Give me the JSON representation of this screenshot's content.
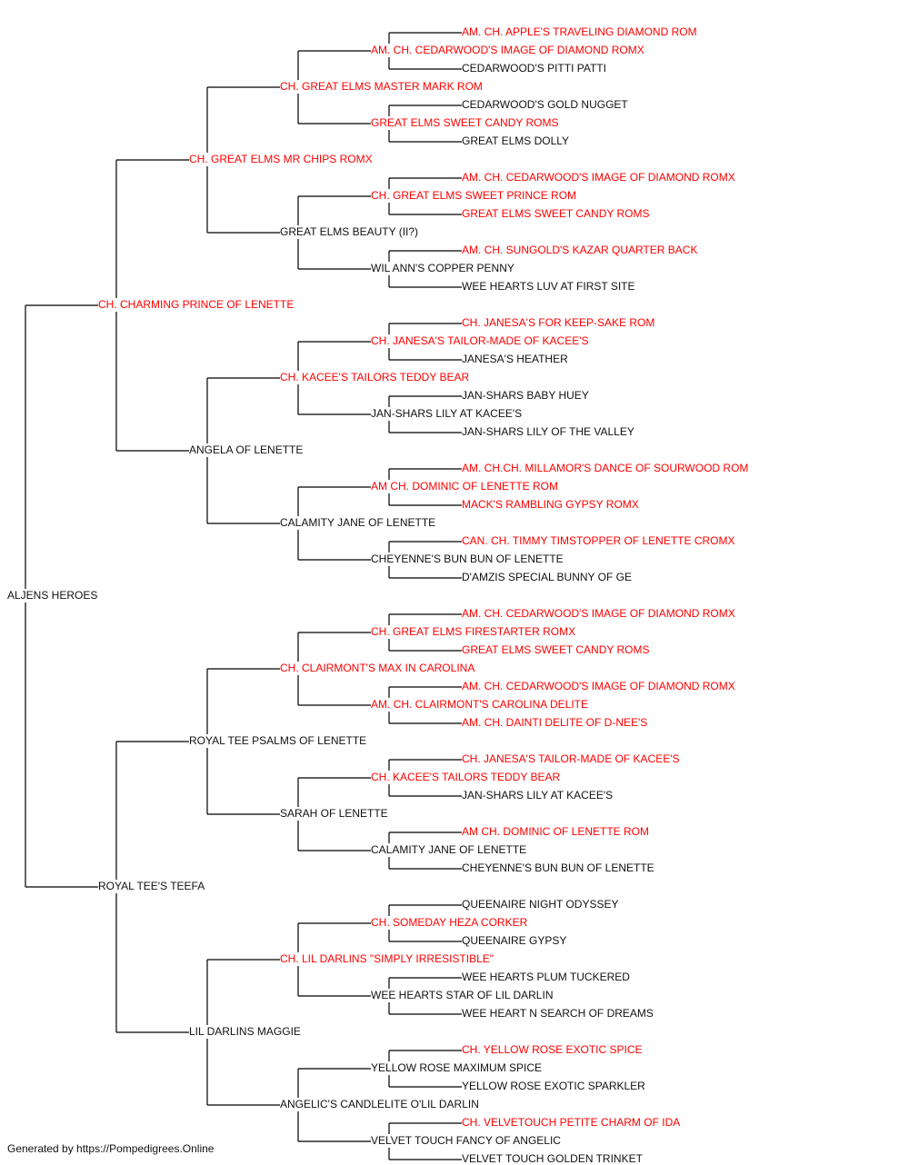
{
  "colors": {
    "line": "#000000",
    "text": "#111111",
    "champion": "#ff0000"
  },
  "footer": "Generated by https://Pompedigrees.Online",
  "pedigree": {
    "name": "ALJENS HEROES",
    "champion": false,
    "sire": {
      "name": "CH. CHARMING PRINCE OF LENETTE",
      "champion": true,
      "sire": {
        "name": "CH. GREAT ELMS MR CHIPS ROMX",
        "champion": true,
        "sire": {
          "name": "CH. GREAT ELMS MASTER MARK ROM",
          "champion": true,
          "sire": {
            "name": "AM. CH. CEDARWOOD'S IMAGE OF DIAMOND ROMX",
            "champion": true,
            "sire": {
              "name": "AM. CH. APPLE'S TRAVELING DIAMOND ROM",
              "champion": true
            },
            "dam": {
              "name": "CEDARWOOD'S PITTI PATTI",
              "champion": false
            }
          },
          "dam": {
            "name": "GREAT ELMS SWEET CANDY ROMS",
            "champion": true,
            "sire": {
              "name": "CEDARWOOD'S GOLD NUGGET",
              "champion": false
            },
            "dam": {
              "name": "GREAT ELMS DOLLY",
              "champion": false
            }
          }
        },
        "dam": {
          "name": "GREAT ELMS BEAUTY (II?)",
          "champion": false,
          "sire": {
            "name": "CH. GREAT ELMS SWEET PRINCE ROM",
            "champion": true,
            "sire": {
              "name": "AM. CH. CEDARWOOD'S IMAGE OF DIAMOND ROMX",
              "champion": true
            },
            "dam": {
              "name": "GREAT ELMS SWEET CANDY ROMS",
              "champion": true
            }
          },
          "dam": {
            "name": "WIL ANN'S COPPER PENNY",
            "champion": false,
            "sire": {
              "name": "AM. CH. SUNGOLD'S KAZAR QUARTER BACK",
              "champion": true
            },
            "dam": {
              "name": "WEE HEARTS LUV AT FIRST SITE",
              "champion": false
            }
          }
        }
      },
      "dam": {
        "name": "ANGELA OF LENETTE",
        "champion": false,
        "sire": {
          "name": "CH. KACEE'S TAILORS TEDDY BEAR",
          "champion": true,
          "sire": {
            "name": "CH. JANESA'S TAILOR-MADE OF KACEE'S",
            "champion": true,
            "sire": {
              "name": "CH. JANESA'S FOR KEEP-SAKE ROM",
              "champion": true
            },
            "dam": {
              "name": "JANESA'S HEATHER",
              "champion": false
            }
          },
          "dam": {
            "name": "JAN-SHARS LILY AT KACEE'S",
            "champion": false,
            "sire": {
              "name": "JAN-SHARS BABY HUEY",
              "champion": false
            },
            "dam": {
              "name": "JAN-SHARS LILY OF THE VALLEY",
              "champion": false
            }
          }
        },
        "dam": {
          "name": "CALAMITY JANE OF LENETTE",
          "champion": false,
          "sire": {
            "name": "AM CH. DOMINIC OF LENETTE ROM",
            "champion": true,
            "sire": {
              "name": "AM. CH.CH. MILLAMOR'S DANCE OF SOURWOOD ROM",
              "champion": true
            },
            "dam": {
              "name": "MACK'S RAMBLING GYPSY ROMX",
              "champion": true
            }
          },
          "dam": {
            "name": "CHEYENNE'S BUN BUN OF LENETTE",
            "champion": false,
            "sire": {
              "name": "CAN. CH. TIMMY TIMSTOPPER OF LENETTE CROMX",
              "champion": true
            },
            "dam": {
              "name": "D'AMZIS SPECIAL BUNNY OF GE",
              "champion": false
            }
          }
        }
      }
    },
    "dam": {
      "name": "ROYAL TEE'S TEEFA",
      "champion": false,
      "sire": {
        "name": "ROYAL TEE PSALMS OF LENETTE",
        "champion": false,
        "sire": {
          "name": "CH. CLAIRMONT'S MAX IN CAROLINA",
          "champion": true,
          "sire": {
            "name": "CH. GREAT ELMS FIRESTARTER ROMX",
            "champion": true,
            "sire": {
              "name": "AM. CH. CEDARWOOD'S IMAGE OF DIAMOND ROMX",
              "champion": true
            },
            "dam": {
              "name": "GREAT ELMS SWEET CANDY ROMS",
              "champion": true
            }
          },
          "dam": {
            "name": "AM. CH. CLAIRMONT'S CAROLINA DELITE",
            "champion": true,
            "sire": {
              "name": "AM. CH. CEDARWOOD'S IMAGE OF DIAMOND ROMX",
              "champion": true
            },
            "dam": {
              "name": "AM. CH. DAINTI DELITE OF D-NEE'S",
              "champion": true
            }
          }
        },
        "dam": {
          "name": "SARAH OF LENETTE",
          "champion": false,
          "sire": {
            "name": "CH. KACEE'S TAILORS TEDDY BEAR",
            "champion": true,
            "sire": {
              "name": "CH. JANESA'S TAILOR-MADE OF KACEE'S",
              "champion": true
            },
            "dam": {
              "name": "JAN-SHARS LILY AT KACEE'S",
              "champion": false
            }
          },
          "dam": {
            "name": "CALAMITY JANE OF LENETTE",
            "champion": false,
            "sire": {
              "name": "AM CH. DOMINIC OF LENETTE ROM",
              "champion": true
            },
            "dam": {
              "name": "CHEYENNE'S BUN BUN OF LENETTE",
              "champion": false
            }
          }
        }
      },
      "dam": {
        "name": "LIL DARLINS MAGGIE",
        "champion": false,
        "sire": {
          "name": "CH. LIL DARLINS \"SIMPLY IRRESISTIBLE\"",
          "champion": true,
          "sire": {
            "name": "CH. SOMEDAY HEZA CORKER",
            "champion": true,
            "sire": {
              "name": "QUEENAIRE NIGHT ODYSSEY",
              "champion": false
            },
            "dam": {
              "name": "QUEENAIRE GYPSY",
              "champion": false
            }
          },
          "dam": {
            "name": "WEE HEARTS STAR OF LIL DARLIN",
            "champion": false,
            "sire": {
              "name": "WEE HEARTS PLUM TUCKERED",
              "champion": false
            },
            "dam": {
              "name": "WEE HEART N SEARCH OF DREAMS",
              "champion": false
            }
          }
        },
        "dam": {
          "name": "ANGELIC'S CANDLELITE O'LIL DARLIN",
          "champion": false,
          "sire": {
            "name": "YELLOW ROSE MAXIMUM SPICE",
            "champion": false,
            "sire": {
              "name": "CH. YELLOW ROSE EXOTIC SPICE",
              "champion": true
            },
            "dam": {
              "name": "YELLOW ROSE EXOTIC SPARKLER",
              "champion": false
            }
          },
          "dam": {
            "name": "VELVET TOUCH FANCY OF ANGELIC",
            "champion": false,
            "sire": {
              "name": "CH. VELVETOUCH PETITE CHARM OF IDA",
              "champion": true
            },
            "dam": {
              "name": "VELVET TOUCH GOLDEN TRINKET",
              "champion": false
            }
          }
        }
      }
    }
  }
}
